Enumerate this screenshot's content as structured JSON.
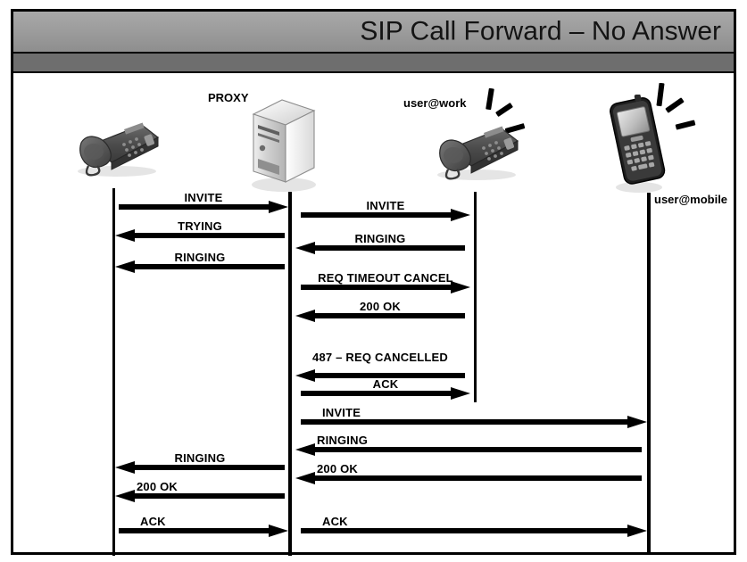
{
  "header": {
    "title": "SIP Call Forward – No Answer"
  },
  "actors": [
    {
      "id": "caller",
      "label": "",
      "icon": "desk-phone-icon"
    },
    {
      "id": "proxy",
      "label": "PROXY",
      "icon": "server-tower-icon"
    },
    {
      "id": "user_work",
      "label": "user@work",
      "icon": "desk-phone-ringing-icon"
    },
    {
      "id": "user_mobile",
      "label": "user@mobile",
      "icon": "mobile-phone-ringing-icon"
    }
  ],
  "messages": [
    {
      "id": "m1",
      "label": "INVITE",
      "from": "caller",
      "to": "proxy",
      "direction": "right"
    },
    {
      "id": "m2",
      "label": "TRYING",
      "from": "proxy",
      "to": "caller",
      "direction": "left"
    },
    {
      "id": "m3",
      "label": "RINGING",
      "from": "proxy",
      "to": "caller",
      "direction": "left"
    },
    {
      "id": "m4",
      "label": "INVITE",
      "from": "proxy",
      "to": "user_work",
      "direction": "right"
    },
    {
      "id": "m5",
      "label": "RINGING",
      "from": "user_work",
      "to": "proxy",
      "direction": "left"
    },
    {
      "id": "m6",
      "label": "REQ TIMEOUT CANCEL",
      "from": "proxy",
      "to": "user_work",
      "direction": "right"
    },
    {
      "id": "m7",
      "label": "200 OK",
      "from": "user_work",
      "to": "proxy",
      "direction": "left"
    },
    {
      "id": "m8",
      "label": "487 – REQ CANCELLED",
      "from": "user_work",
      "to": "proxy",
      "direction": "left"
    },
    {
      "id": "m9",
      "label": "ACK",
      "from": "proxy",
      "to": "user_work",
      "direction": "right"
    },
    {
      "id": "m10",
      "label": "INVITE",
      "from": "proxy",
      "to": "user_mobile",
      "direction": "right"
    },
    {
      "id": "m11",
      "label": "RINGING",
      "from": "user_mobile",
      "to": "proxy",
      "direction": "left"
    },
    {
      "id": "m12",
      "label": "200 OK",
      "from": "user_mobile",
      "to": "proxy",
      "direction": "left"
    },
    {
      "id": "m13",
      "label": "RINGING",
      "from": "proxy",
      "to": "caller",
      "direction": "left"
    },
    {
      "id": "m14",
      "label": "200 OK",
      "from": "proxy",
      "to": "caller",
      "direction": "left"
    },
    {
      "id": "m15",
      "label": "ACK",
      "from": "caller",
      "to": "proxy",
      "direction": "right"
    },
    {
      "id": "m16",
      "label": "ACK",
      "from": "proxy",
      "to": "user_mobile",
      "direction": "right"
    }
  ],
  "colors": {
    "title_band_top": "#a8a8a8",
    "title_band_bottom": "#8e8e8e",
    "sub_band": "#6e6e6e",
    "frame_border": "#000000",
    "arrow": "#000000",
    "background": "#ffffff"
  }
}
